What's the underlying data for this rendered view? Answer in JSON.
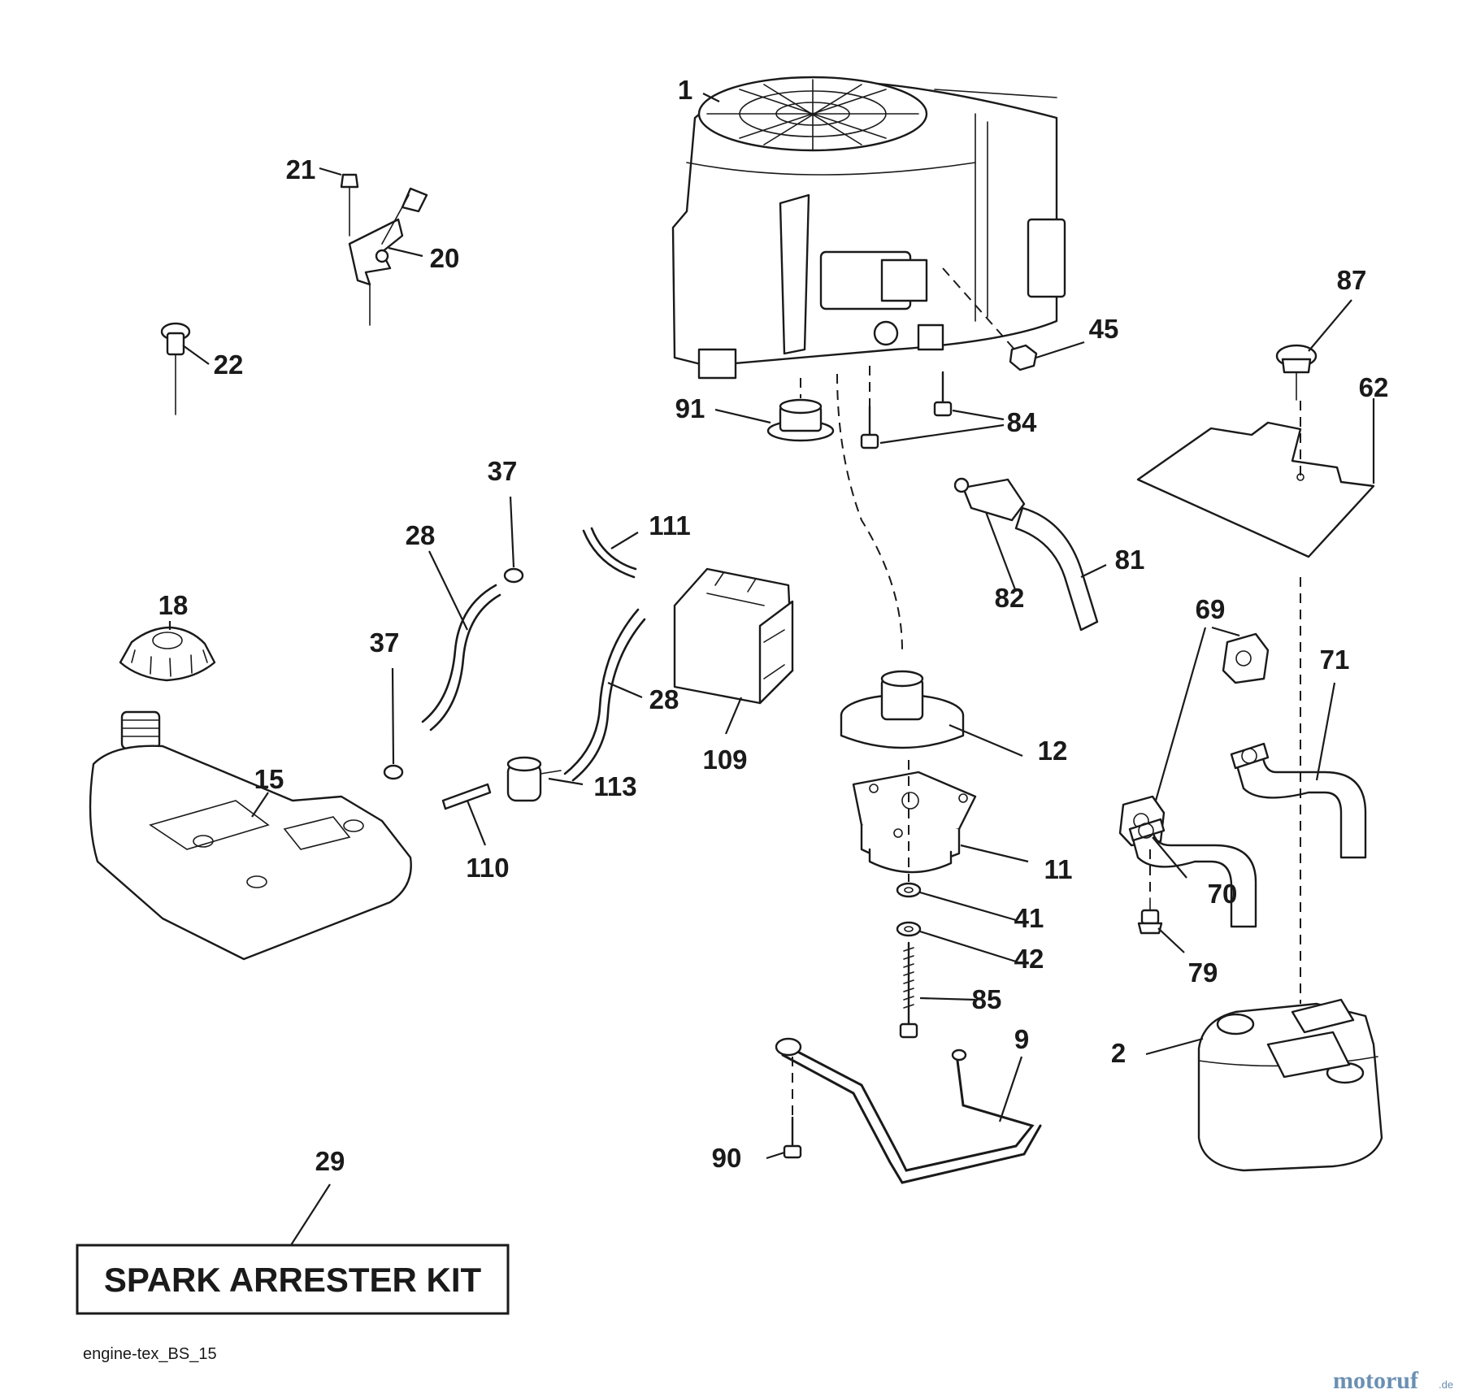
{
  "labels": {
    "p1": "1",
    "p21": "21",
    "p20": "20",
    "p22": "22",
    "p87": "87",
    "p45": "45",
    "p62": "62",
    "p91": "91",
    "p84": "84",
    "p37a": "37",
    "p37b": "37",
    "p111": "111",
    "p28a": "28",
    "p28b": "28",
    "p18": "18",
    "p82": "82",
    "p81": "81",
    "p69": "69",
    "p71": "71",
    "p109": "109",
    "p15": "15",
    "p12": "12",
    "p113": "113",
    "p110": "110",
    "p11": "11",
    "p70": "70",
    "p41": "41",
    "p42": "42",
    "p79": "79",
    "p85": "85",
    "p9": "9",
    "p2": "2",
    "p90": "90",
    "p29": "29"
  },
  "kit_label": "SPARK ARRESTER KIT",
  "diagram_code": "engine-tex_BS_15",
  "watermark": {
    "text": "motoruf",
    "ext": ".de",
    "color": "#6a8fb3"
  }
}
